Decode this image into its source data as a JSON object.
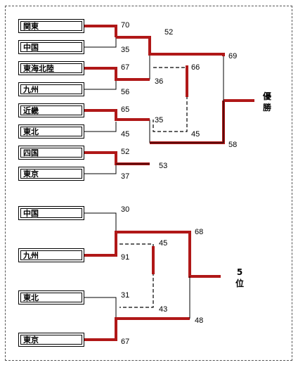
{
  "upper": {
    "teams": [
      "関東",
      "中国",
      "東海北陸",
      "九州",
      "近畿",
      "東北",
      "四国",
      "東京"
    ],
    "round1_scores": [
      "70",
      "35",
      "67",
      "56",
      "65",
      "45",
      "52",
      "37"
    ],
    "round2_scores": [
      "52",
      "36",
      "35",
      "53"
    ],
    "final_scores": [
      "66",
      "45"
    ],
    "championship_scores": [
      "69",
      "58"
    ],
    "result_label": [
      "優",
      "勝"
    ]
  },
  "lower": {
    "teams": [
      "中国",
      "九州",
      "東北",
      "東京"
    ],
    "round1_scores": [
      "30",
      "91",
      "31",
      "67"
    ],
    "semi_scores": [
      "45",
      "43"
    ],
    "final_scores": [
      "68",
      "48"
    ],
    "result_label": [
      "5",
      "位"
    ]
  },
  "colors": {
    "winner_line": "#b01818",
    "winner_shadow": "#5a1010",
    "line": "#000000"
  }
}
